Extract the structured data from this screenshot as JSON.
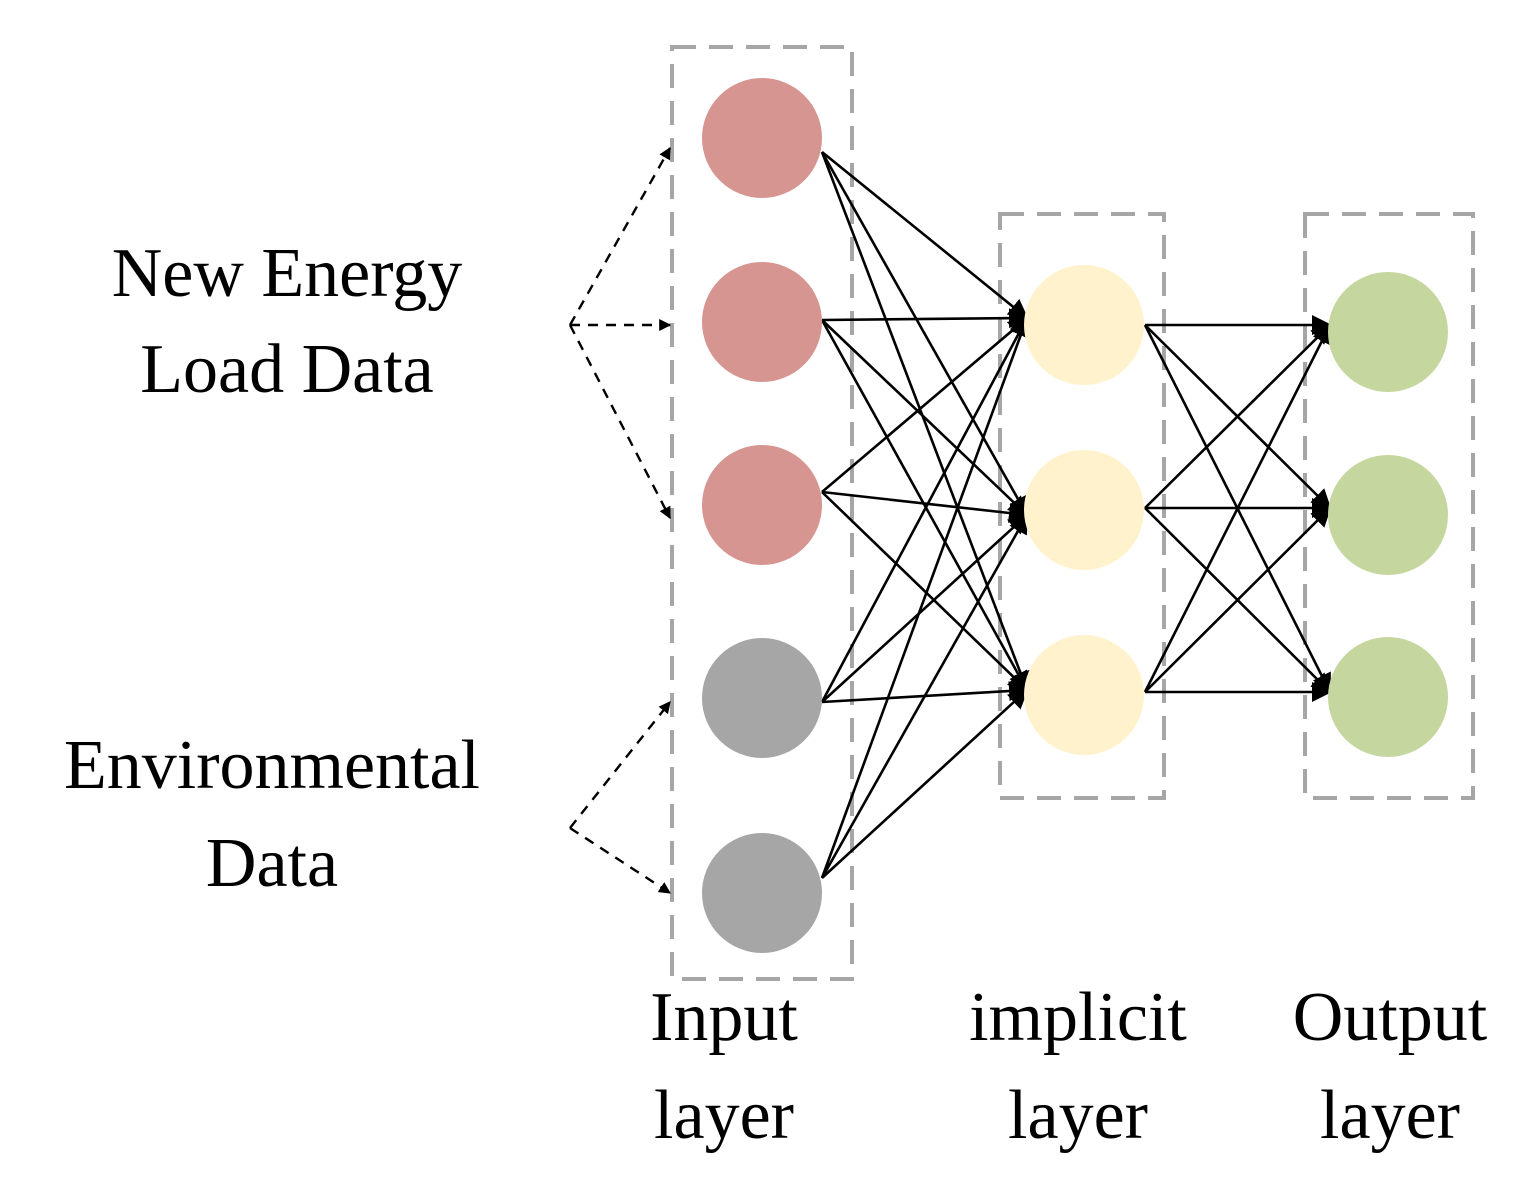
{
  "labels": {
    "group_top_line1": "New Energy",
    "group_top_line2": "Load Data",
    "group_bottom_line1": "Environmental",
    "group_bottom_line2": "Data",
    "input_line1": "Input",
    "input_line2": "layer",
    "hidden_line1": "implicit",
    "hidden_line2": "layer",
    "output_line1": "Output",
    "output_line2": "layer"
  },
  "colors": {
    "input_energy_node": "#d69591",
    "input_env_node": "#a6a6a6",
    "hidden_node": "#fff2cc",
    "output_node": "#c5d79f",
    "box_stroke": "#a6a6a6",
    "edge": "#000000"
  }
}
